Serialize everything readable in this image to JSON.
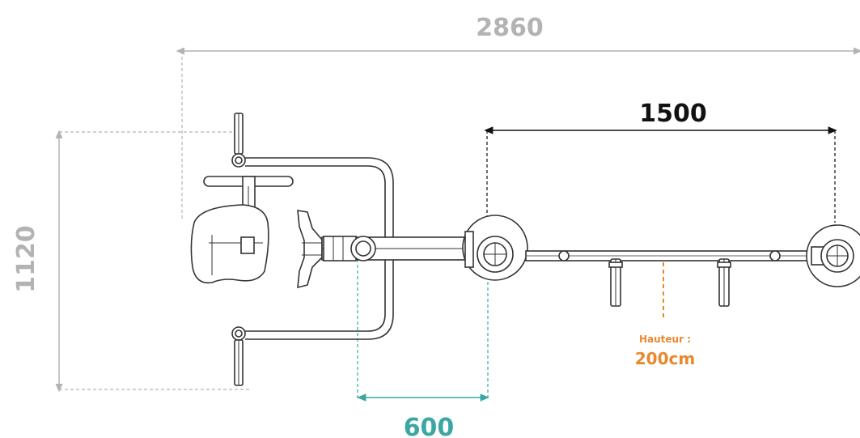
{
  "dimensions": {
    "overall_length": "2860",
    "overall_width": "1120",
    "span": "1500",
    "offset": "600"
  },
  "height_note": {
    "label": "Hauteur :",
    "value": "200cm"
  },
  "colors": {
    "grey": "#b3b3b3",
    "black": "#111111",
    "teal": "#3aa7a3",
    "orange": "#e8892f",
    "line": "#333333"
  }
}
